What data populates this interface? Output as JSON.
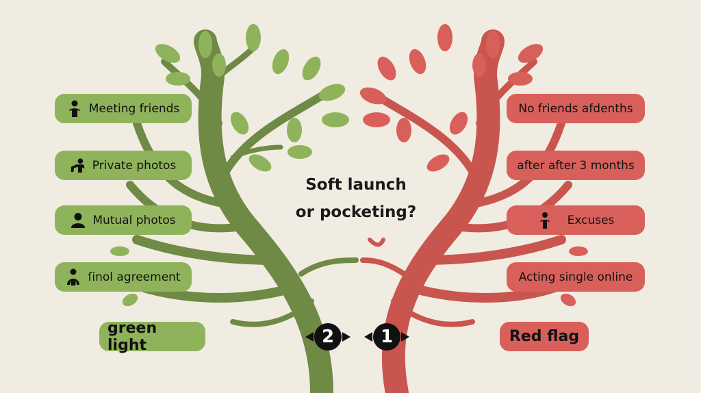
{
  "title": {
    "line1": "Soft launch",
    "line2": "or pocketing?"
  },
  "green_side": {
    "color": "#8fb35a",
    "items": [
      {
        "label": "Meeting friends",
        "icon": "person-icon"
      },
      {
        "label": "Private photos",
        "icon": "person-pointing-icon"
      },
      {
        "label": "Mutual photos",
        "icon": "person-bust-icon"
      },
      {
        "label": "ſinol agreement",
        "icon": "person-icon"
      }
    ],
    "footer": "green light",
    "badge": "2"
  },
  "red_side": {
    "color": "#d9605a",
    "items": [
      {
        "label": "No friends afdenths"
      },
      {
        "label": "after after 3 months"
      },
      {
        "label": "Excuses",
        "icon": "person-icon"
      },
      {
        "label": "Acting single online"
      }
    ],
    "footer": "Red flag",
    "badge": "1"
  }
}
